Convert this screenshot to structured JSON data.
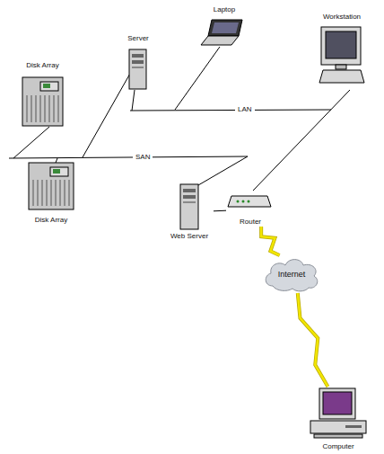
{
  "diagram": {
    "nodes": [
      {
        "text": [
          "Laptop"
        ]
      },
      {
        "text": [
          "Workstation"
        ]
      },
      {
        "text": [
          "Server"
        ]
      },
      {
        "text": [
          "Disk Array"
        ]
      },
      {
        "text": [
          "Disk Array"
        ]
      },
      {
        "text": [
          "Web Server"
        ]
      },
      {
        "text": [
          "Router"
        ]
      },
      {
        "text": [
          "Internet"
        ]
      },
      {
        "text": [
          "Computer"
        ]
      }
    ],
    "edges": [
      {
        "from": 5,
        "to": 6,
        "arrow": "none"
      },
      {
        "from": 6,
        "to": 7,
        "arrow": "none"
      },
      {
        "from": 7,
        "to": 8,
        "arrow": "none"
      }
    ],
    "labels": [
      "LAN",
      "SAN"
    ]
  }
}
